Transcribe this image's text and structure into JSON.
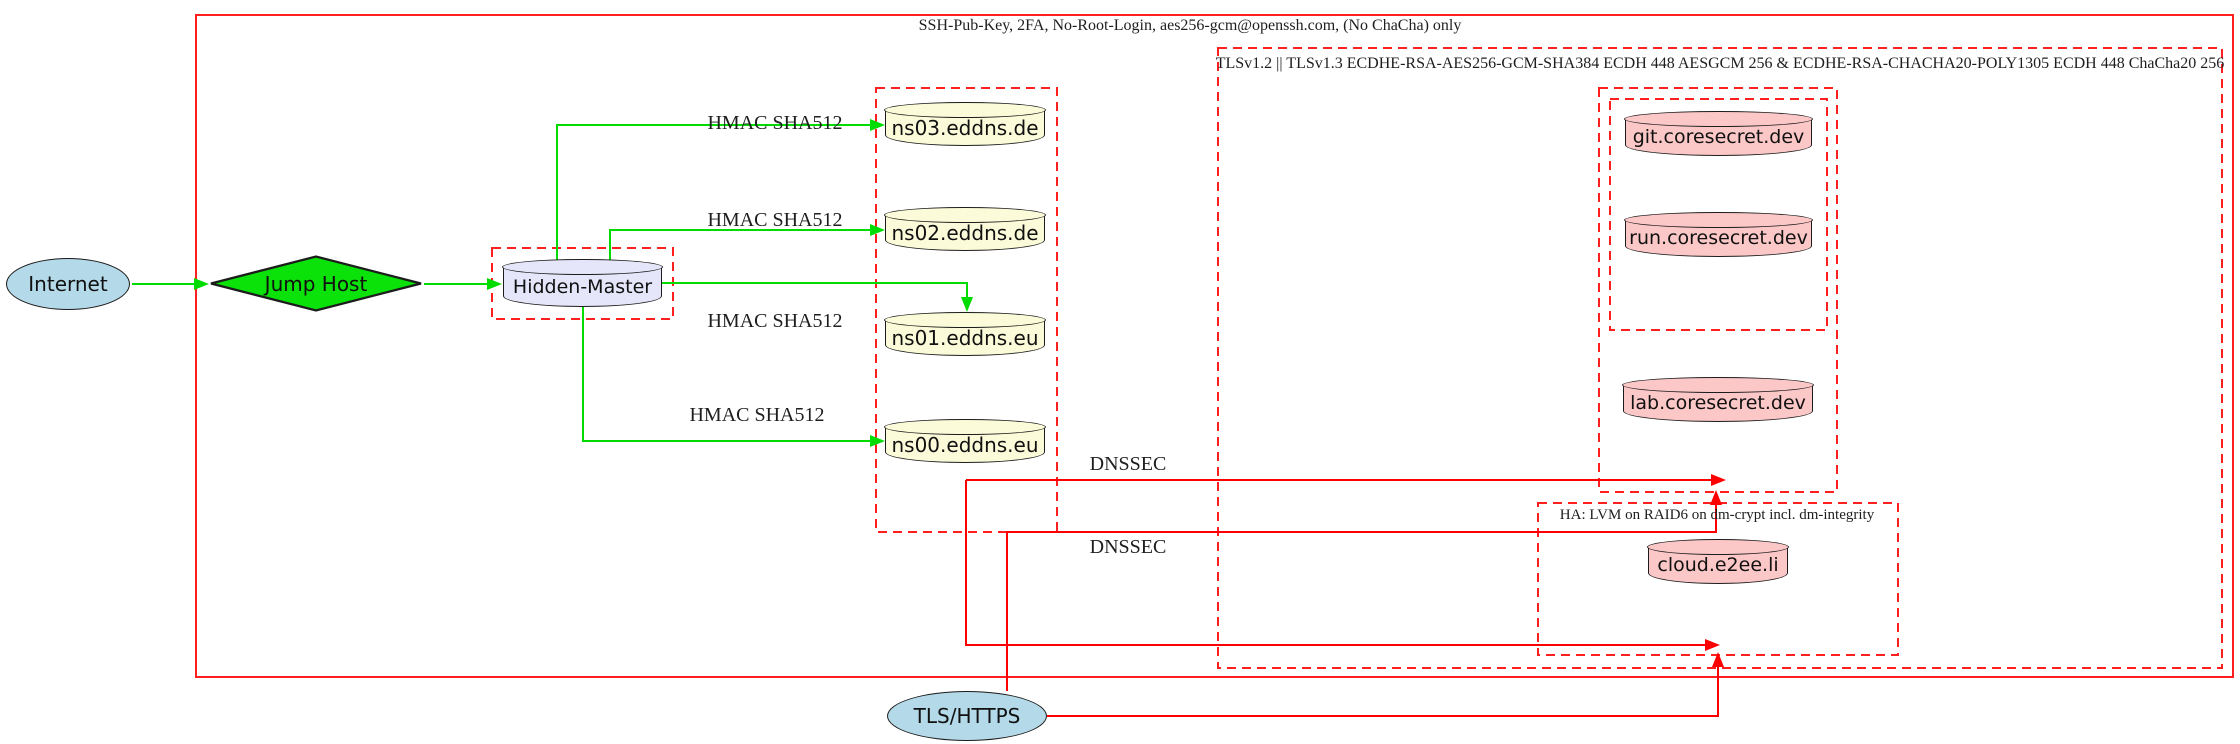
{
  "diagram_title": "DNS hidden-master and TLS security zones diagram",
  "clusters": {
    "ssh": {
      "label": "SSH-Pub-Key, 2FA, No-Root-Login, aes256-gcm@openssh.com, (No ChaCha) only",
      "border_color": "#ff1f1f",
      "style": "solid"
    },
    "tls": {
      "label": "TLSv1.2 || TLSv1.3 ECDHE-RSA-AES256-GCM-SHA384 ECDH 448 AESGCM 256 & ECDHE-RSA-CHACHA20-POLY1305 ECDH 448 ChaCha20 256",
      "border_color": "#ff1f1f",
      "style": "dashed"
    },
    "ha": {
      "label": "HA: LVM on RAID6 on dm-crypt incl. dm-integrity",
      "border_color": "#ff1f1f",
      "style": "dashed"
    },
    "hidden_master_box": {
      "label": "",
      "style": "dashed"
    },
    "nameserver_box": {
      "label": "",
      "style": "dashed"
    },
    "coresecret_outer_box": {
      "label": "",
      "style": "dashed"
    },
    "coresecret_inner_box": {
      "label": "",
      "style": "dashed"
    }
  },
  "nodes": {
    "internet": {
      "label": "Internet",
      "shape": "ellipse",
      "fill": "#b4d9e9"
    },
    "jump_host": {
      "label": "Jump Host",
      "shape": "diamond",
      "fill": "#0ae20a"
    },
    "hidden_master": {
      "label": "Hidden-Master",
      "shape": "cylinder",
      "fill": "#e6e6fa"
    },
    "ns03": {
      "label": "ns03.eddns.de",
      "shape": "cylinder",
      "fill": "#fbfbd9"
    },
    "ns02": {
      "label": "ns02.eddns.de",
      "shape": "cylinder",
      "fill": "#fbfbd9"
    },
    "ns01": {
      "label": "ns01.eddns.eu",
      "shape": "cylinder",
      "fill": "#fbfbd9"
    },
    "ns00": {
      "label": "ns00.eddns.eu",
      "shape": "cylinder",
      "fill": "#fbfbd9"
    },
    "git": {
      "label": "git.coresecret.dev",
      "shape": "cylinder",
      "fill": "#fcc7c7"
    },
    "run": {
      "label": "run.coresecret.dev",
      "shape": "cylinder",
      "fill": "#fcc7c7"
    },
    "lab": {
      "label": "lab.coresecret.dev",
      "shape": "cylinder",
      "fill": "#fcc7c7"
    },
    "cloud": {
      "label": "cloud.e2ee.li",
      "shape": "cylinder",
      "fill": "#fcc7c7"
    },
    "tls_https": {
      "label": "TLS/HTTPS",
      "shape": "ellipse",
      "fill": "#b4d9e9"
    }
  },
  "edge_labels": {
    "hmac": "HMAC SHA512",
    "dnssec": "DNSSEC"
  },
  "colors": {
    "green_edge": "#00dc00",
    "red_edge": "#ff0000",
    "cluster_red": "#ff1f1f",
    "node_stroke": "#1c1c1c"
  }
}
